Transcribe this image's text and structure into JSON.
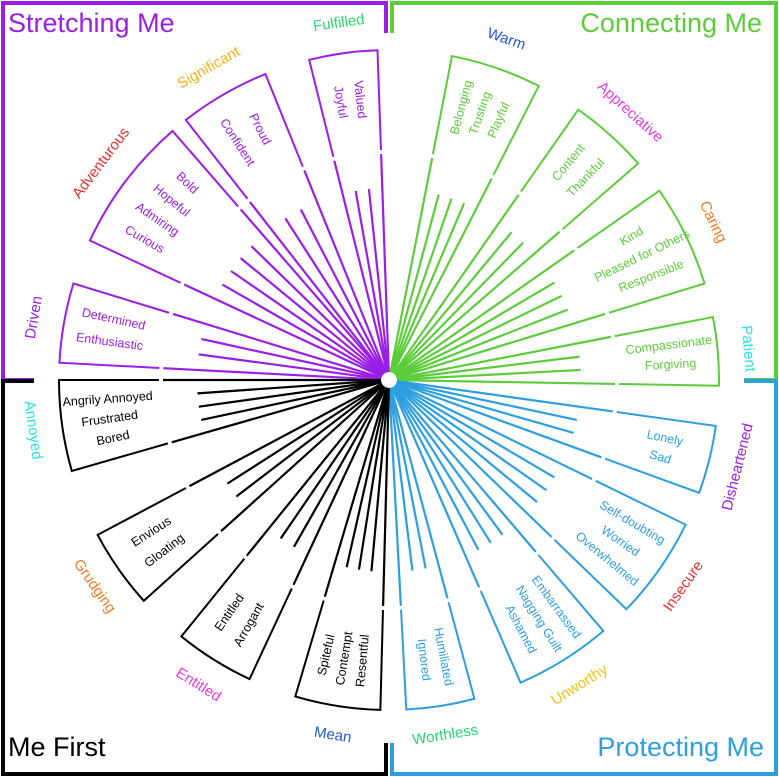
{
  "quadrants": [
    {
      "title": "Stretching Me",
      "color": "#9a1ee6"
    },
    {
      "title": "Connecting Me",
      "color": "#5dcc3b"
    },
    {
      "title": "Protecting Me",
      "color": "#2d9fe0"
    },
    {
      "title": "Me First",
      "color": "#000000"
    }
  ],
  "sectors": [
    {
      "category": "Fulfilled",
      "category_color": "#27d86c",
      "line_color": "#9a1ee6",
      "feelings": [
        "Joyful",
        "Valued"
      ]
    },
    {
      "category": "Significant",
      "category_color": "#f2b316",
      "line_color": "#9a1ee6",
      "feelings": [
        "Confident",
        "Proud"
      ]
    },
    {
      "category": "Adventurous",
      "category_color": "#e83030",
      "line_color": "#9a1ee6",
      "feelings": [
        "Curious",
        "Admiring",
        "Hopeful",
        "Bold"
      ]
    },
    {
      "category": "Driven",
      "category_color": "#9a1ee6",
      "line_color": "#9a1ee6",
      "feelings": [
        "Enthusiastic",
        "Determined"
      ]
    },
    {
      "category": "Warm",
      "category_color": "#2458d6",
      "line_color": "#5dcc3b",
      "feelings": [
        "Belonging",
        "Trusting",
        "Playful"
      ]
    },
    {
      "category": "Appreciative",
      "category_color": "#e63de0",
      "line_color": "#5dcc3b",
      "feelings": [
        "Content",
        "Thankful"
      ]
    },
    {
      "category": "Caring",
      "category_color": "#f07a26",
      "line_color": "#5dcc3b",
      "feelings": [
        "Kind",
        "Pleased for Others",
        "Responsible"
      ]
    },
    {
      "category": "Patient",
      "category_color": "#2ee0e6",
      "line_color": "#5dcc3b",
      "feelings": [
        "Compassionate",
        "Forgiving"
      ]
    },
    {
      "category": "Disheartened",
      "category_color": "#9a1ee6",
      "line_color": "#2d9fe0",
      "feelings": [
        "Lonely",
        "Sad"
      ]
    },
    {
      "category": "Insecure",
      "category_color": "#e83030",
      "line_color": "#2d9fe0",
      "feelings": [
        "Self-doubting",
        "Worried",
        "Overwhelmed"
      ]
    },
    {
      "category": "Unworthy",
      "category_color": "#f2c316",
      "line_color": "#2d9fe0",
      "feelings": [
        "Embarrassed",
        "Nagging Guilt",
        "Ashamed"
      ]
    },
    {
      "category": "Worthless",
      "category_color": "#27d86c",
      "line_color": "#2d9fe0",
      "feelings": [
        "Humiliated",
        "Ignored"
      ]
    },
    {
      "category": "Annoyed",
      "category_color": "#2ee0e6",
      "line_color": "#000000",
      "feelings": [
        "Bored",
        "Frustrated",
        "Angrily Annoyed"
      ]
    },
    {
      "category": "Grudging",
      "category_color": "#f07a26",
      "line_color": "#000000",
      "feelings": [
        "Gloating",
        "Envious"
      ]
    },
    {
      "category": "Entitled",
      "category_color": "#e63de0",
      "line_color": "#000000",
      "feelings": [
        "Arrogant",
        "Entitled"
      ]
    },
    {
      "category": "Mean",
      "category_color": "#2458d6",
      "line_color": "#000000",
      "feelings": [
        "Resentful",
        "Contempt",
        "Spiteful"
      ]
    }
  ]
}
